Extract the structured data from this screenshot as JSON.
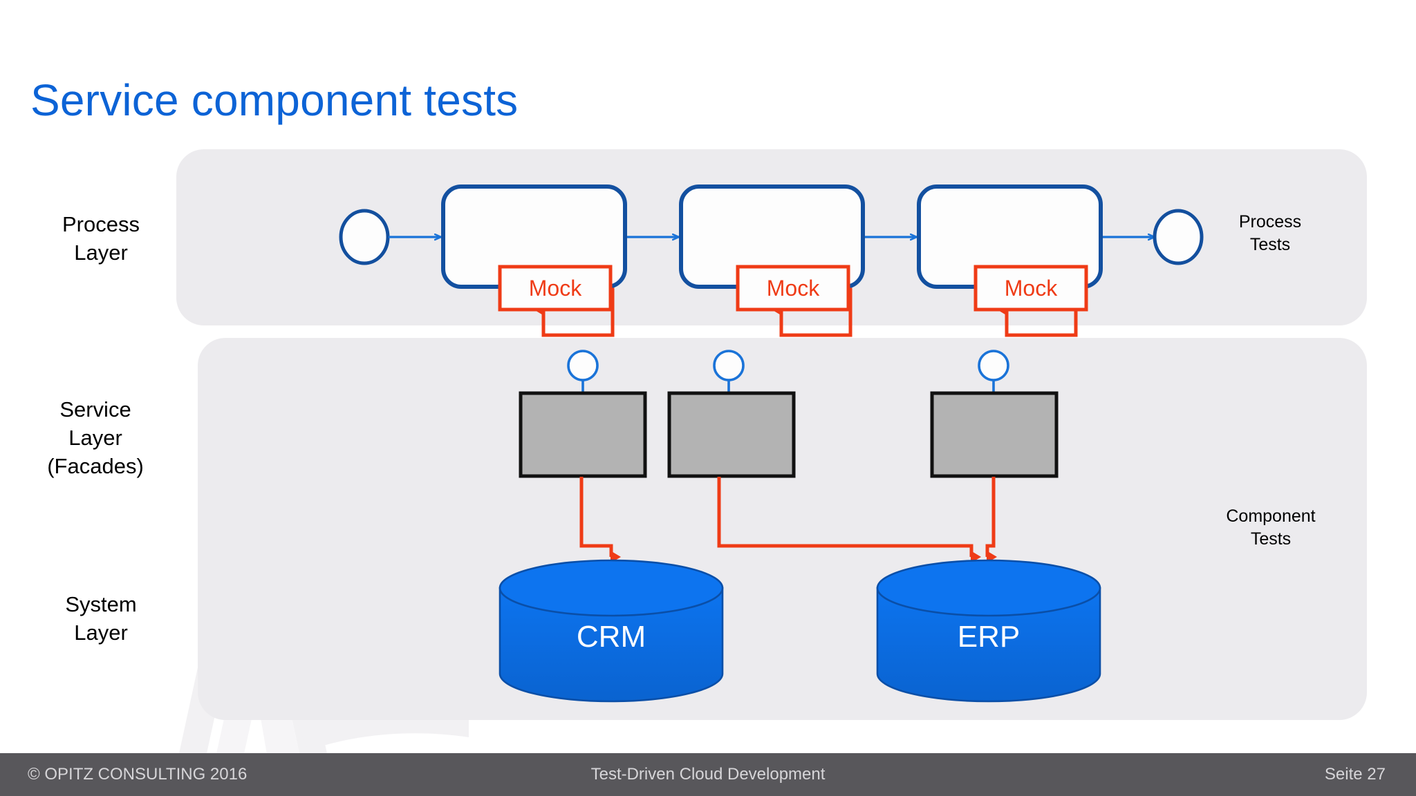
{
  "slide": {
    "title": "Service component tests",
    "title_color": "#0c63d6"
  },
  "layers": [
    {
      "id": "process",
      "label_line1": "Process",
      "label_line2": "Layer"
    },
    {
      "id": "service",
      "label_line1": "Service",
      "label_line2": "Layer",
      "label_line3": "(Facades)"
    },
    {
      "id": "system",
      "label_line1": "System",
      "label_line2": "Layer"
    }
  ],
  "test_scopes": [
    {
      "id": "process-tests",
      "line1": "Process",
      "line2": "Tests"
    },
    {
      "id": "component-tests",
      "line1": "Component",
      "line2": "Tests"
    }
  ],
  "process_flow": {
    "start_event": "start-event-circle",
    "end_event": "end-event-circle",
    "tasks": [
      {
        "id": "task-1",
        "label": ""
      },
      {
        "id": "task-2",
        "label": ""
      },
      {
        "id": "task-3",
        "label": ""
      }
    ],
    "mocks": [
      {
        "id": "mock-1",
        "label": "Mock"
      },
      {
        "id": "mock-2",
        "label": "Mock"
      },
      {
        "id": "mock-3",
        "label": "Mock"
      }
    ]
  },
  "service_components": [
    {
      "id": "facade-1",
      "label": "",
      "interface": "provided-interface-lollipop"
    },
    {
      "id": "facade-2",
      "label": "",
      "interface": "provided-interface-lollipop"
    },
    {
      "id": "facade-3",
      "label": "",
      "interface": "provided-interface-lollipop"
    }
  ],
  "systems": [
    {
      "id": "crm",
      "label": "CRM"
    },
    {
      "id": "erp",
      "label": "ERP"
    }
  ],
  "colors": {
    "accent_blue": "#0c63d6",
    "bpmn_border": "#134f9e",
    "flow_arrow": "#1a73d8",
    "mock_orange": "#ef3b16",
    "panel_grey": "#ecebee",
    "facade_grey": "#b3b3b3",
    "db_blue": "#0b6fe8",
    "footer_grey": "#58575b"
  },
  "footer": {
    "copyright": "© OPITZ CONSULTING 2016",
    "deck_title": "Test-Driven Cloud Development",
    "page": "Seite 27"
  }
}
